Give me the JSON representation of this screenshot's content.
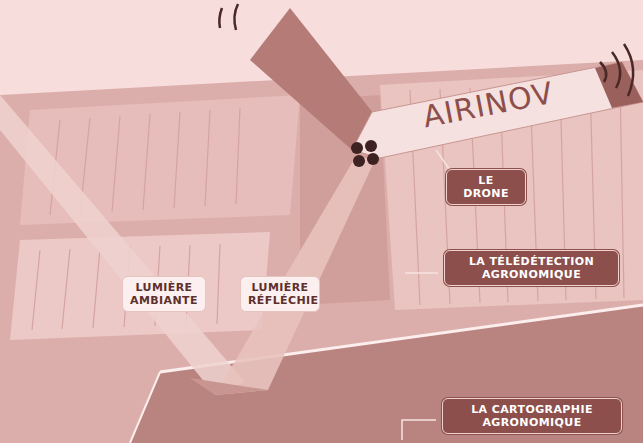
{
  "diagram": {
    "nodes": [
      {
        "text": [
          "LE DRONE"
        ]
      },
      {
        "text": [
          "LUMIÈRE AMBIANTE"
        ]
      },
      {
        "text": [
          "LUMIÈRE RÉFLÉCHIE"
        ]
      },
      {
        "text": [
          "LA TÉLÉDÉTECTION AGRONOMIQUE"
        ]
      },
      {
        "text": [
          "LA CARTOGRAPHIE AGRONOMIQUE"
        ]
      }
    ],
    "labels": [
      "AIRINOV"
    ]
  }
}
